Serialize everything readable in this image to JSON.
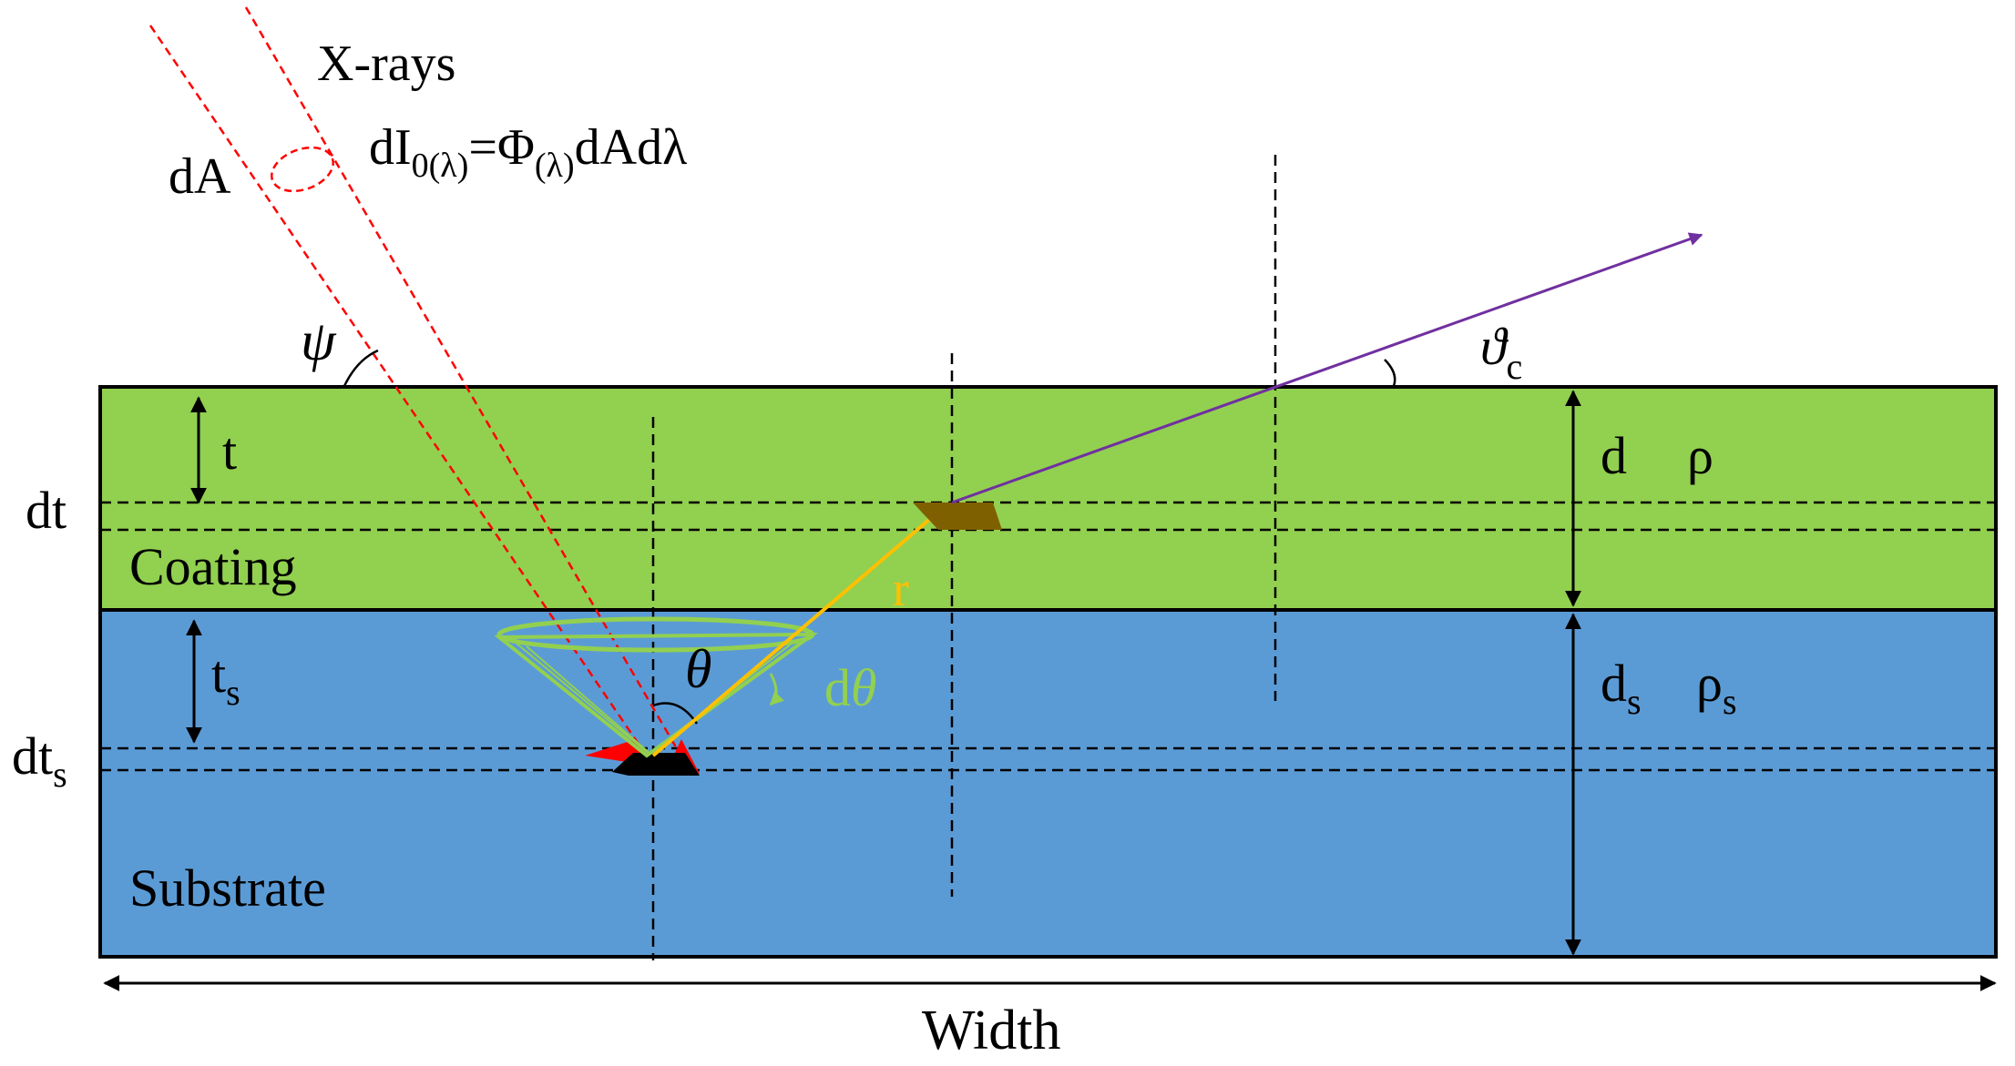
{
  "labels": {
    "xrays": "X-rays",
    "intensity_d": "dI",
    "intensity_sub": "0(λ)",
    "intensity_eq": "=Φ",
    "intensity_sub2": "(λ)",
    "intensity_tail": "dAdλ",
    "dA": "dA",
    "psi": "ψ",
    "theta_c": "ϑ",
    "theta_c_sub": "c",
    "t": "t",
    "dt": "dt",
    "coating": "Coating",
    "d": "d",
    "rho": "ρ",
    "r": "r",
    "theta": "θ",
    "dtheta_d": "d",
    "dtheta_theta": "θ",
    "ts": "t",
    "ts_sub": "s",
    "dts": "dt",
    "dts_sub": "s",
    "ds": "d",
    "ds_sub": "s",
    "rhos": "ρ",
    "rhos_sub": "s",
    "substrate": "Substrate",
    "width": "Width"
  },
  "colors": {
    "coating": "#92d050",
    "substrate": "#5b9bd5",
    "xray_beam": "#ff0000",
    "emitted_ray": "#7030a0",
    "radius_vector": "#ffc000",
    "cone": "#92d050",
    "text_accent_r": "#ffc000",
    "text_accent_dtheta": "#92d050",
    "coating_element": "#7f6000",
    "substrate_element": "#000000"
  }
}
